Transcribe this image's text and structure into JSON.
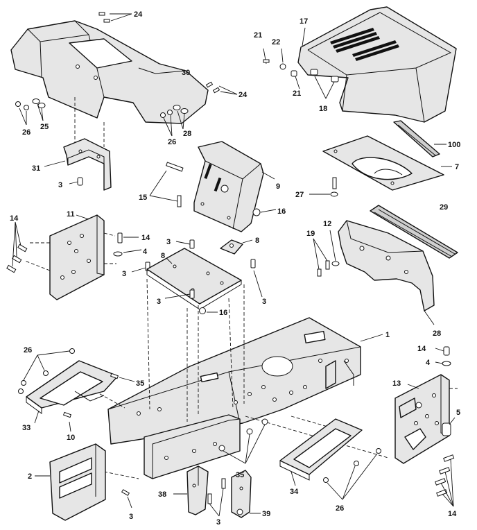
{
  "callouts": [
    {
      "id": "c24a",
      "label": "24"
    },
    {
      "id": "c30",
      "label": "30"
    },
    {
      "id": "c24b",
      "label": "24"
    },
    {
      "id": "c26a",
      "label": "26"
    },
    {
      "id": "c25",
      "label": "25"
    },
    {
      "id": "c26b",
      "label": "26"
    },
    {
      "id": "c28a",
      "label": "28"
    },
    {
      "id": "c31",
      "label": "31"
    },
    {
      "id": "c3a",
      "label": "3"
    },
    {
      "id": "c15",
      "label": "15"
    },
    {
      "id": "c9",
      "label": "9"
    },
    {
      "id": "c16a",
      "label": "16"
    },
    {
      "id": "c11",
      "label": "11"
    },
    {
      "id": "c14a",
      "label": "14"
    },
    {
      "id": "c14b",
      "label": "14"
    },
    {
      "id": "c4a",
      "label": "4"
    },
    {
      "id": "c3b",
      "label": "3"
    },
    {
      "id": "c3c",
      "label": "3"
    },
    {
      "id": "c8a",
      "label": "8"
    },
    {
      "id": "c8b",
      "label": "8"
    },
    {
      "id": "c3d",
      "label": "3"
    },
    {
      "id": "c3e",
      "label": "3"
    },
    {
      "id": "c16b",
      "label": "16"
    },
    {
      "id": "c21a",
      "label": "21"
    },
    {
      "id": "c22",
      "label": "22"
    },
    {
      "id": "c17",
      "label": "17"
    },
    {
      "id": "c21b",
      "label": "21"
    },
    {
      "id": "c18",
      "label": "18"
    },
    {
      "id": "c100",
      "label": "100"
    },
    {
      "id": "c7",
      "label": "7"
    },
    {
      "id": "c27",
      "label": "27"
    },
    {
      "id": "c29",
      "label": "29"
    },
    {
      "id": "c19",
      "label": "19"
    },
    {
      "id": "c12",
      "label": "12"
    },
    {
      "id": "c28b",
      "label": "28"
    },
    {
      "id": "c1",
      "label": "1"
    },
    {
      "id": "c26c",
      "label": "26"
    },
    {
      "id": "c35a",
      "label": "35"
    },
    {
      "id": "c33",
      "label": "33"
    },
    {
      "id": "c10",
      "label": "10"
    },
    {
      "id": "c14c",
      "label": "14"
    },
    {
      "id": "c4b",
      "label": "4"
    },
    {
      "id": "c13",
      "label": "13"
    },
    {
      "id": "c5",
      "label": "5"
    },
    {
      "id": "c2",
      "label": "2"
    },
    {
      "id": "c3f",
      "label": "3"
    },
    {
      "id": "c38",
      "label": "38"
    },
    {
      "id": "c3g",
      "label": "3"
    },
    {
      "id": "c39",
      "label": "39"
    },
    {
      "id": "c35b",
      "label": "35"
    },
    {
      "id": "c34",
      "label": "34"
    },
    {
      "id": "c26d",
      "label": "26"
    },
    {
      "id": "c14d",
      "label": "14"
    }
  ]
}
